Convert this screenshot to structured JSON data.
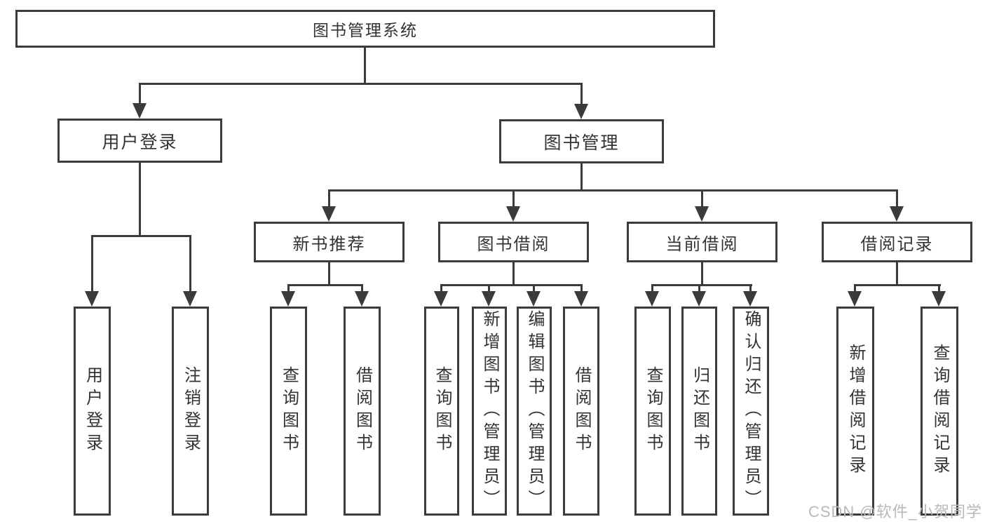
{
  "diagram": {
    "type": "hierarchy-tree",
    "title": "图书管理系统",
    "root": {
      "label": "图书管理系统"
    },
    "level2": [
      {
        "label": "用户登录"
      },
      {
        "label": "图书管理"
      }
    ],
    "level3": [
      {
        "label": "新书推荐",
        "parent": "图书管理"
      },
      {
        "label": "图书借阅",
        "parent": "图书管理"
      },
      {
        "label": "当前借阅",
        "parent": "图书管理"
      },
      {
        "label": "借阅记录",
        "parent": "图书管理"
      }
    ],
    "leaves": [
      {
        "label": "用户登录",
        "parent": "用户登录"
      },
      {
        "label": "注销登录",
        "parent": "用户登录"
      },
      {
        "label": "查询图书",
        "parent": "新书推荐"
      },
      {
        "label": "借阅图书",
        "parent": "新书推荐"
      },
      {
        "label": "查询图书",
        "parent": "图书借阅"
      },
      {
        "label": "新增图书（管理员）",
        "parent": "图书借阅"
      },
      {
        "label": "编辑图书（管理员）",
        "parent": "图书借阅"
      },
      {
        "label": "借阅图书",
        "parent": "图书借阅"
      },
      {
        "label": "查询图书",
        "parent": "当前借阅"
      },
      {
        "label": "归还图书",
        "parent": "当前借阅"
      },
      {
        "label": "确认归还（管理员）",
        "parent": "当前借阅"
      },
      {
        "label": "新增借阅记录",
        "parent": "借阅记录"
      },
      {
        "label": "查询借阅记录",
        "parent": "借阅记录"
      }
    ],
    "colors": {
      "line": "#3b3b3b",
      "text": "#333333",
      "background": "#ffffff",
      "watermark": "#b9b9b9"
    },
    "watermark": "CSDN @软件_小贺同学"
  }
}
